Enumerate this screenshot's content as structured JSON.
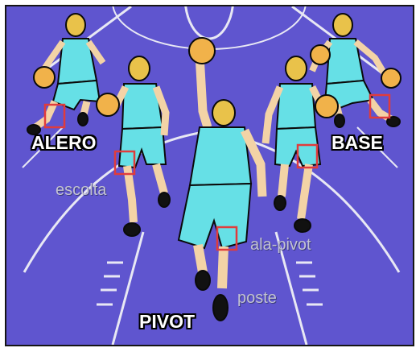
{
  "labels": {
    "alero": "ALERO",
    "base": "BASE",
    "escolta": "escolta",
    "ala_pivot": "ala-pivot",
    "poste": "poste",
    "pivot": "PIVOT"
  },
  "colors": {
    "court": "#5f55cf",
    "court_lines": "#e8e8f4",
    "jersey": "#66e0e6",
    "skin": "#f3d3a6",
    "hair": "#e9c24a",
    "ball": "#f1b24a",
    "marker": "#e03c3c"
  }
}
